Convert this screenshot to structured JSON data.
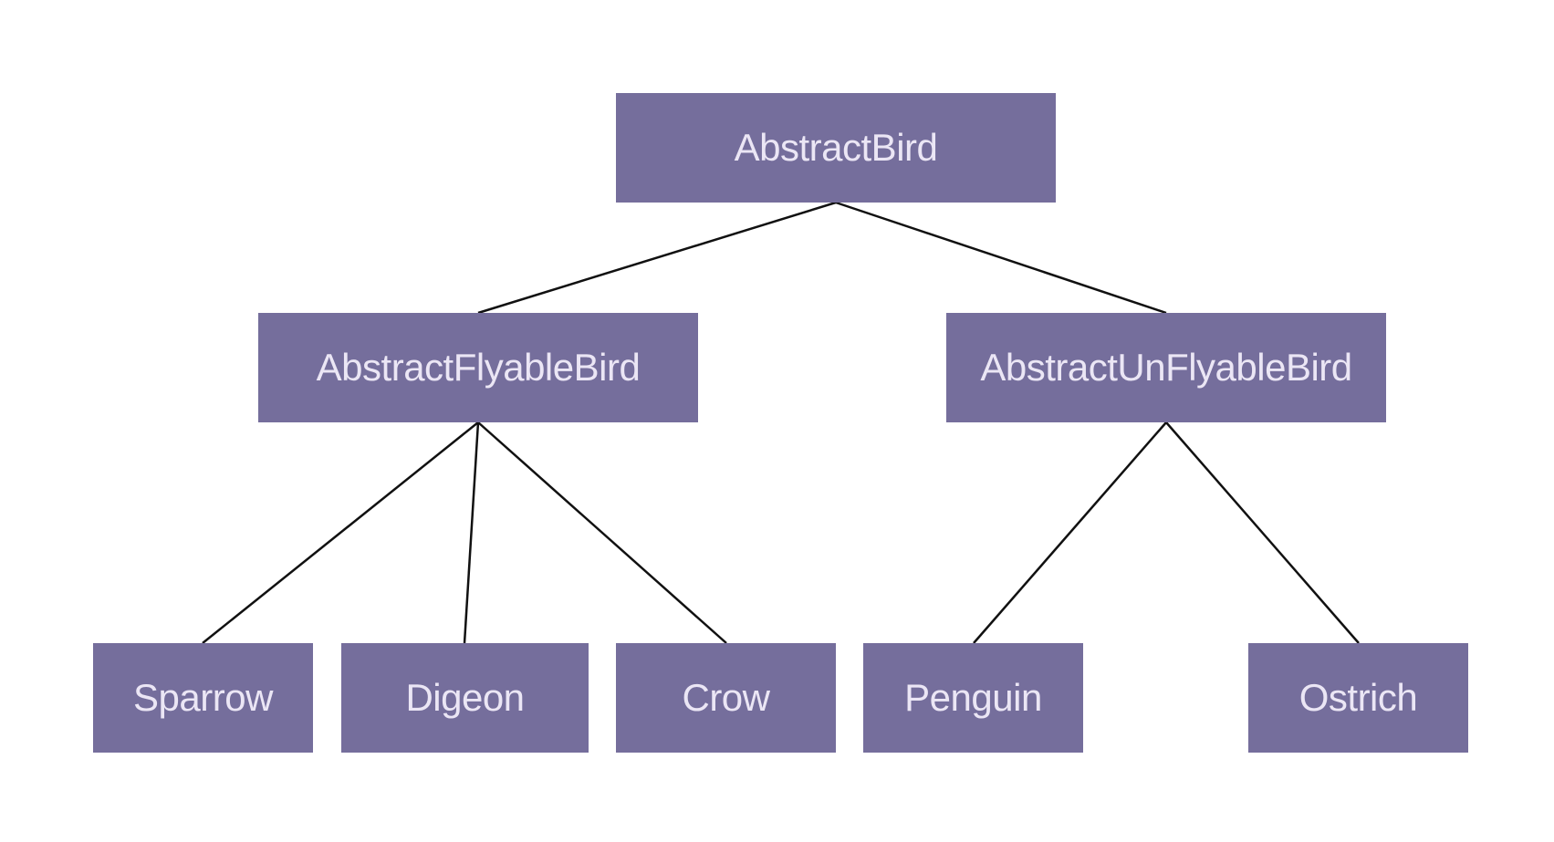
{
  "diagram": {
    "node_fill": "#756e9c",
    "text_color": "#ebe6f5",
    "edge_color": "#111111",
    "nodes": {
      "root": {
        "label": "AbstractBird"
      },
      "flyable": {
        "label": "AbstractFlyableBird"
      },
      "unflyable": {
        "label": "AbstractUnFlyableBird"
      },
      "sparrow": {
        "label": "Sparrow"
      },
      "digeon": {
        "label": "Digeon"
      },
      "crow": {
        "label": "Crow"
      },
      "penguin": {
        "label": "Penguin"
      },
      "ostrich": {
        "label": "Ostrich"
      }
    },
    "edges": [
      {
        "from": "root",
        "to": "flyable"
      },
      {
        "from": "root",
        "to": "unflyable"
      },
      {
        "from": "flyable",
        "to": "sparrow"
      },
      {
        "from": "flyable",
        "to": "digeon"
      },
      {
        "from": "flyable",
        "to": "crow"
      },
      {
        "from": "unflyable",
        "to": "penguin"
      },
      {
        "from": "unflyable",
        "to": "ostrich"
      }
    ]
  }
}
